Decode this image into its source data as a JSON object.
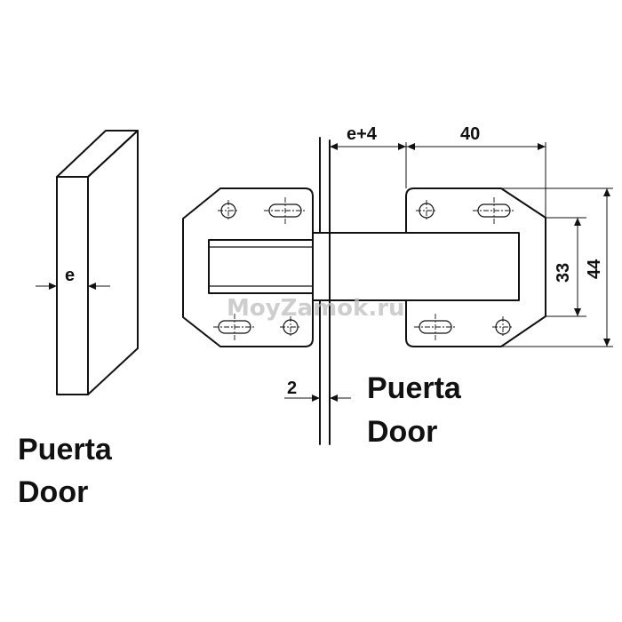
{
  "labels": {
    "door_thickness": "e",
    "overlap_offset": "e+4",
    "width_dim": "40",
    "inner_height_dim": "33",
    "outer_height_dim": "44",
    "gap_dim": "2"
  },
  "captions": {
    "left_line1": "Puerta",
    "left_line2": "Door",
    "right_line1": "Puerta",
    "right_line2": "Door"
  },
  "watermark": "MoyZamok.ru"
}
